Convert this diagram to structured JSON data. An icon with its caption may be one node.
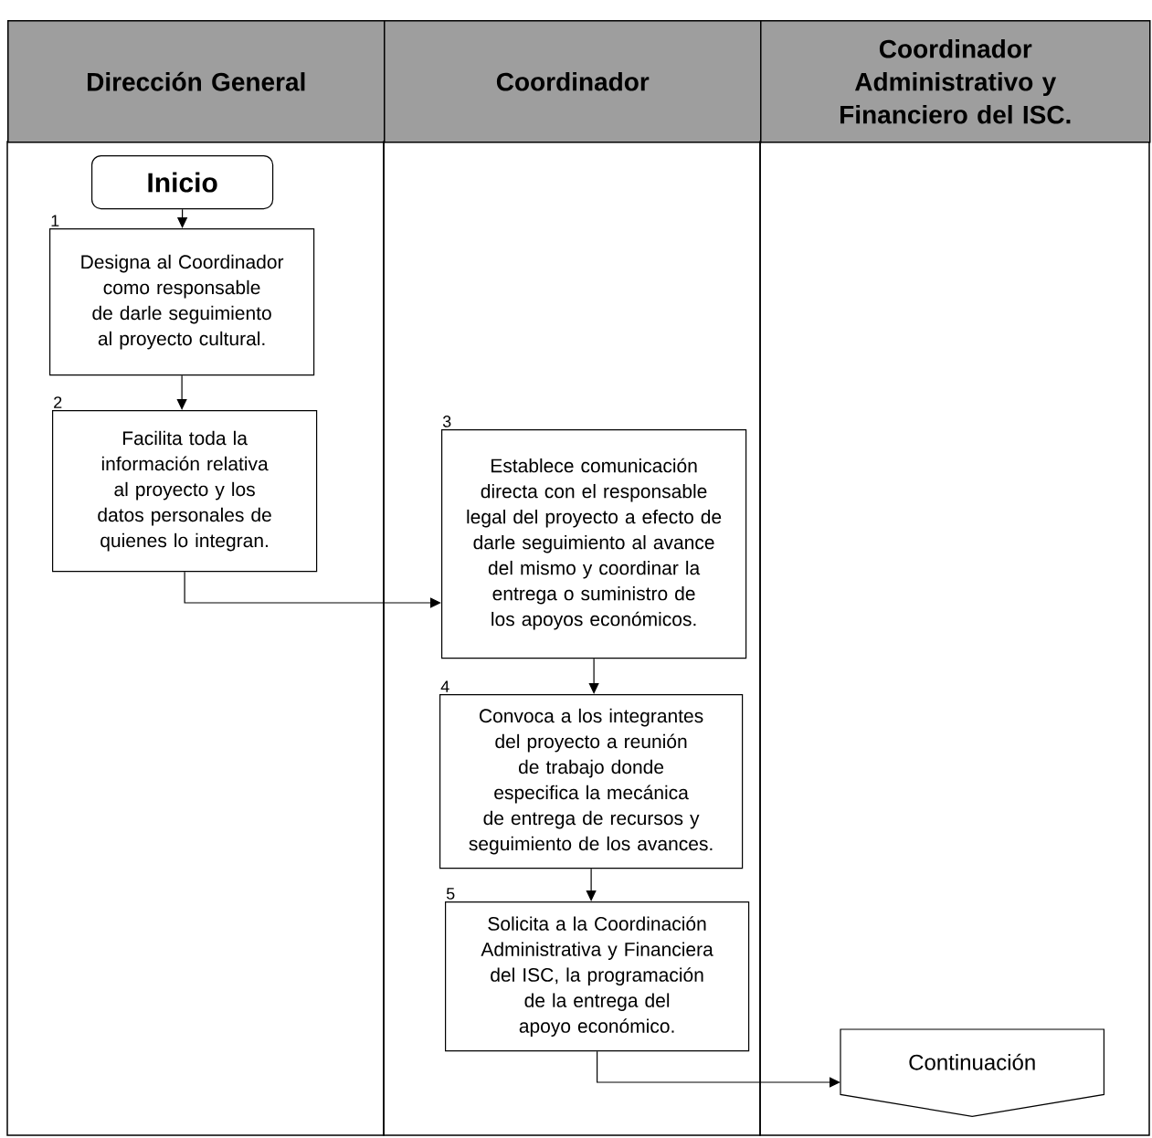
{
  "diagram": {
    "nodes": [
      {
        "text": [
          "Dirección General"
        ]
      },
      {
        "text": [
          "Coordinador"
        ]
      },
      {
        "text": [
          "Coordinador Administrativo y Financiero del ISC."
        ]
      },
      {
        "text": [
          "Inicio"
        ],
        "in": 0
      },
      {
        "text": [
          "Designa al Coordinador como responsable de darle seguimiento al proyecto cultural."
        ],
        "beside": [
          "1"
        ],
        "in": 0
      },
      {
        "text": [
          "Facilita toda la información relativa al proyecto y los datos personales de quienes lo integran."
        ],
        "beside": [
          "2"
        ],
        "in": 0
      },
      {
        "text": [
          "Establece comunicación directa con el responsable legal del proyecto a efecto de darle seguimiento al avance del mismo y coordinar la entrega o suministro de los apoyos económicos."
        ],
        "beside": [
          "3"
        ],
        "in": 1
      },
      {
        "text": [
          "Convoca a los integrantes del proyecto a reunión de trabajo donde especifica la mecánica de entrega de recursos y seguimiento de los avances."
        ],
        "beside": [
          "4"
        ],
        "in": 1
      },
      {
        "text": [
          "Solicita a la Coordinación Administrativa y Financiera del ISC, la programación de la entrega del apoyo económico."
        ],
        "beside": [
          "5"
        ],
        "in": 1
      },
      {
        "text": [
          "Continuación"
        ],
        "in": 2
      }
    ],
    "edges": [
      {
        "from": 3,
        "to": 4,
        "arrow": "to"
      },
      {
        "from": 4,
        "to": 5,
        "arrow": "to"
      },
      {
        "from": 5,
        "to": 6,
        "arrow": "to"
      },
      {
        "from": 6,
        "to": 7,
        "arrow": "to"
      },
      {
        "from": 7,
        "to": 8,
        "arrow": "to"
      },
      {
        "from": 8,
        "to": 9,
        "arrow": "to"
      }
    ]
  }
}
